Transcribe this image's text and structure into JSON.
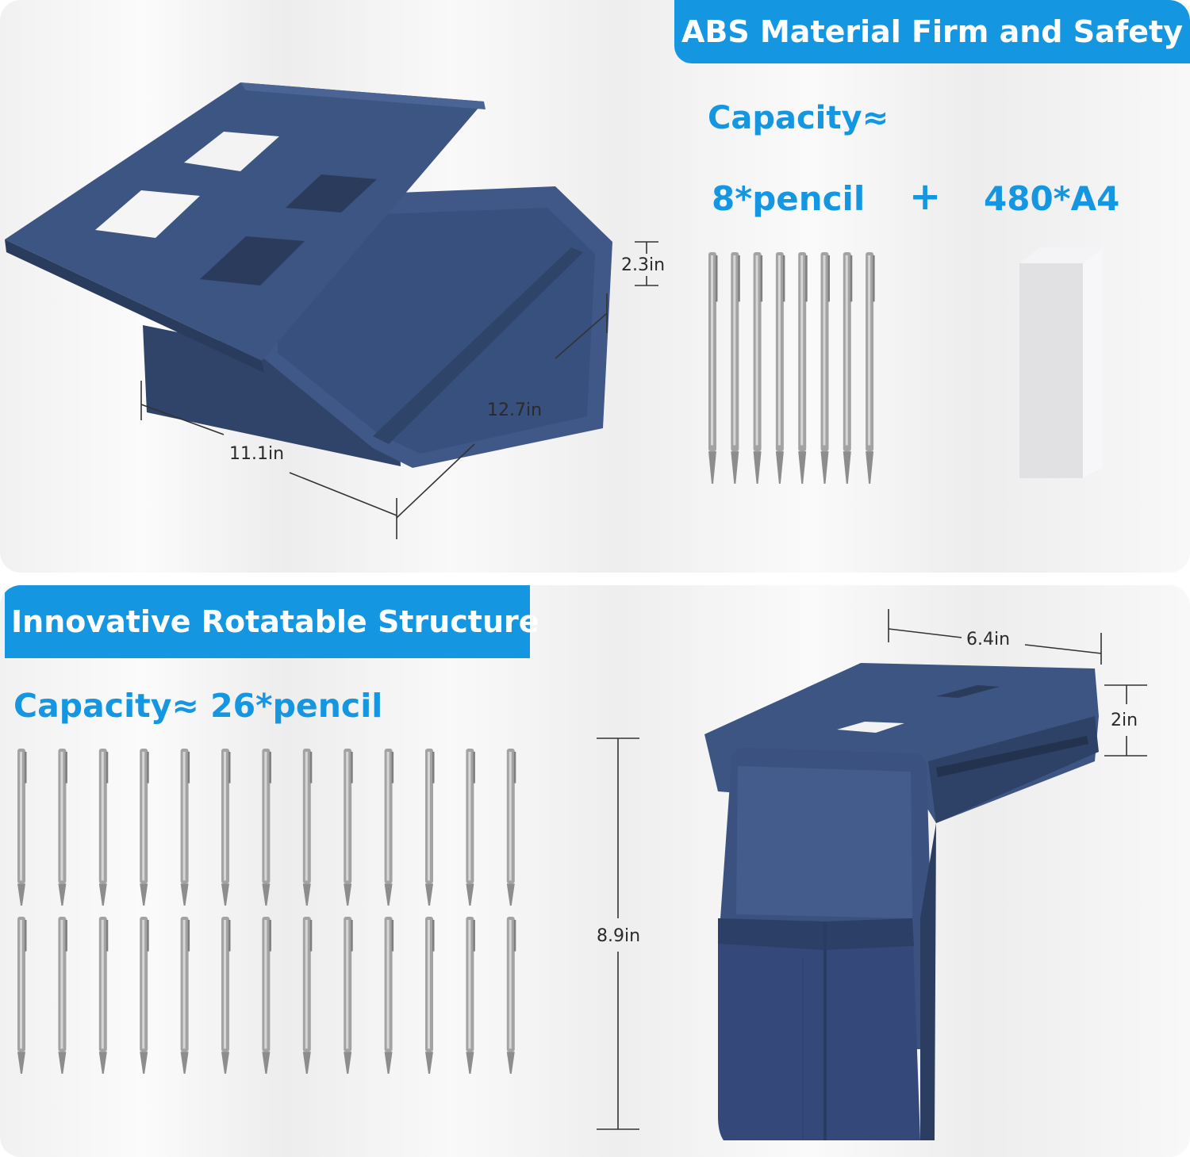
{
  "top_panel": {
    "banner": "ABS Material Firm and Safety",
    "capacity_label": "Capacity≈",
    "pencil_capacity": "8*pencil",
    "plus": "+",
    "paper_capacity": "480*A4",
    "dimensions": {
      "length": "11.1in",
      "width": "12.7in",
      "height": "2.3in"
    }
  },
  "bottom_panel": {
    "banner": "Innovative Rotatable Structure",
    "capacity_label": "Capacity≈ 26*pencil",
    "dimensions": {
      "width": "6.4in",
      "height": "2in",
      "length": "8.9in"
    }
  },
  "colors": {
    "accent": "#1596e0",
    "product_navy": "#3d5580",
    "product_dark": "#2c3f63",
    "pencil_silver": "#9a9a9a"
  }
}
